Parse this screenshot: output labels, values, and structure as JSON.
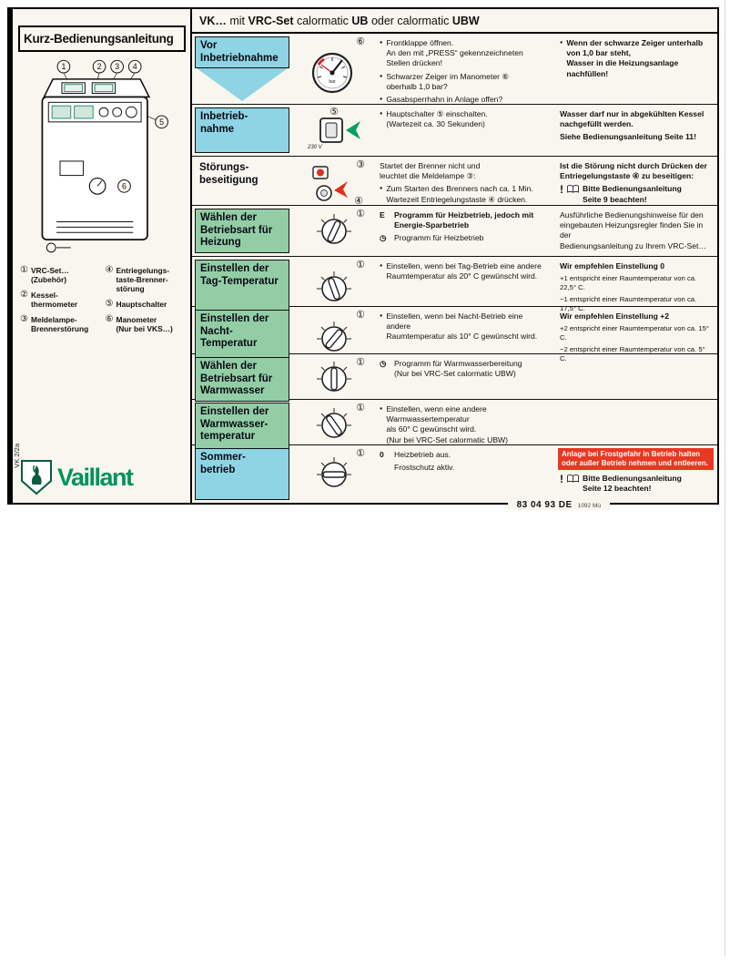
{
  "side_code": "VK 2/2a",
  "brand": {
    "logo_text": "Vaillant"
  },
  "footer": {
    "code": "83 04 93 DE",
    "print": "1092 Mü"
  },
  "colors": {
    "cyan": "#8ed4e4",
    "green": "#93cda6",
    "red": "#e73822",
    "brand_green": "#00935e",
    "paper": "#f8f6ee"
  },
  "header": {
    "s1": "VK… ",
    "s2": "mit ",
    "s3": "VRC-Set ",
    "s4": "calormatic ",
    "s5": "UB ",
    "s6": "oder calormatic ",
    "s7": "UBW"
  },
  "left": {
    "title": "Kurz-Bedienungsanleitung",
    "legend1": [
      {
        "n": "①",
        "t": "VRC-Set…\n(Zubehör)"
      },
      {
        "n": "②",
        "t": "Kessel-\nthermometer"
      },
      {
        "n": "③",
        "t": "Meldelampe-\nBrennerstörung"
      }
    ],
    "legend2": [
      {
        "n": "④",
        "t": "Entriegelungs-\ntaste-Brenner-\nstörung"
      },
      {
        "n": "⑤",
        "t": "Hauptschalter"
      },
      {
        "n": "⑥",
        "t": "Manometer\n(Nur bei VKS…)"
      }
    ],
    "callouts": {
      "c1": "1",
      "c2": "2",
      "c3": "3",
      "c4": "4",
      "c5": "5",
      "c6": "6"
    }
  },
  "rows": [
    {
      "label": "Vor\nInbetriebnahme",
      "callout": "⑥",
      "gauge_label": "bar",
      "bullets": [
        "Frontklappe öffnen.\nAn den mit „PRESS“ gekennzeichneten Stellen drücken!",
        "Schwarzer Zeiger im Manometer ⑥\noberhalb 1,0 bar?",
        "Gasabsperrhahn in Anlage offen?"
      ],
      "note": "Wenn der schwarze Zeiger unterhalb\nvon 1,0 bar steht,\nWasser in die Heizungsanlage nachfüllen!"
    },
    {
      "label": "Inbetrieb-\nnahme",
      "callout": "⑤",
      "switch_label": "230 V",
      "bullet": "Hauptschalter ⑤ einschalten.\n(Wartezeit ca. 30 Sekunden)",
      "note1": "Wasser darf nur in abgekühlten Kessel\nnachgefüllt werden.",
      "note2": "Siehe Bedienungsanleitung Seite 11!"
    },
    {
      "label": "Störungs-\nbeseitigung",
      "callout1": "③",
      "callout2": "④",
      "intro": "Startet der Brenner nicht und\nleuchtet die Meldelampe ③:",
      "bullet": "Zum Starten des Brenners nach ca. 1 Min.\nWartezeit Entriegelungstaste ④ drücken.",
      "note1": "Ist die Störung nicht durch Drücken der\nEntriegelungstaste ④ zu beseitigen:",
      "excl": "!",
      "note_ref": "Bitte Bedienungsanleitung\nSeite 9 beachten!"
    },
    {
      "label": "Wählen der\nBetriebsart für\nHeizung",
      "callout": "①",
      "sym1": "E",
      "line1": "Programm für Heizbetrieb, jedoch mit\nEnergie-Sparbetrieb",
      "sym2": "◷",
      "line2": "Programm für Heizbetrieb",
      "note": "Ausführliche Bedienungshinweise für den\neingebauten Heizungsregler finden Sie in der\nBedienungsanleitung zu Ihrem VRC-Set…"
    },
    {
      "label": "Einstellen der\nTag-Temperatur",
      "callout": "①",
      "bullet": "Einstellen, wenn bei Tag-Betrieb eine andere\nRaumtemperatur als 20° C gewünscht wird.",
      "note_bold": "Wir empfehlen Einstellung 0",
      "note_l1": "+1 entspricht einer Raumtemperatur von ca. 22,5° C.",
      "note_l2": "−1 entspricht einer Raumtemperatur von ca. 17,5° C."
    },
    {
      "label": "Einstellen der\nNacht-\nTemperatur",
      "callout": "①",
      "bullet": "Einstellen, wenn bei Nacht-Betrieb eine andere\nRaumtemperatur als 10° C gewünscht wird.",
      "note_bold": "Wir empfehlen Einstellung +2",
      "note_l1": "+2 entspricht einer Raumtemperatur von ca. 15° C.",
      "note_l2": "−2 entspricht einer Raumtemperatur von ca. 5° C."
    },
    {
      "label": "Wählen der\nBetriebsart für\nWarmwasser",
      "callout": "①",
      "sym1": "◷",
      "line1": "Programm für Warmwasserbereitung\n(Nur bei VRC-Set calormatic UBW)"
    },
    {
      "label": "Einstellen der\nWarmwasser-\ntemperatur",
      "callout": "①",
      "bullet": "Einstellen, wenn eine andere Warmwassertemperatur\nals 60° C gewünscht wird.\n(Nur bei VRC-Set calormatic UBW)"
    },
    {
      "label": "Sommer-\nbetrieb",
      "callout": "①",
      "sym1": "0",
      "line1": "Heizbetrieb aus.",
      "line2": "Frostschutz aktiv.",
      "warn": "Anlage bei Frostgefahr in Betrieb halten\noder außer Betrieb nehmen und entleeren.",
      "excl": "!",
      "note_ref": "Bitte Bedienungsanleitung\nSeite 12 beachten!"
    }
  ]
}
